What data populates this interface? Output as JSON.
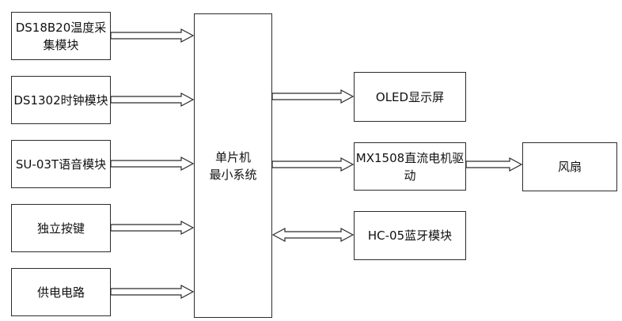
{
  "diagram": {
    "nodes": {
      "temp": "DS18B20温度采\n集模块",
      "clock": "DS1302时钟模块",
      "voice": "SU-03T语音模块",
      "keys": "独立按键",
      "power": "供电电路",
      "mcu": "单片机\n最小系统",
      "oled": "OLED显示屏",
      "driver": "MX1508直流电机驱\n动",
      "fan": "风扇",
      "bluetooth": "HC-05蓝牙模块"
    },
    "edges": [
      {
        "from": "temp",
        "to": "mcu",
        "direction": "one-way"
      },
      {
        "from": "clock",
        "to": "mcu",
        "direction": "one-way"
      },
      {
        "from": "voice",
        "to": "mcu",
        "direction": "one-way"
      },
      {
        "from": "keys",
        "to": "mcu",
        "direction": "one-way"
      },
      {
        "from": "power",
        "to": "mcu",
        "direction": "one-way"
      },
      {
        "from": "mcu",
        "to": "oled",
        "direction": "one-way"
      },
      {
        "from": "mcu",
        "to": "driver",
        "direction": "one-way"
      },
      {
        "from": "driver",
        "to": "fan",
        "direction": "one-way"
      },
      {
        "from": "mcu",
        "to": "bluetooth",
        "direction": "two-way"
      }
    ]
  }
}
